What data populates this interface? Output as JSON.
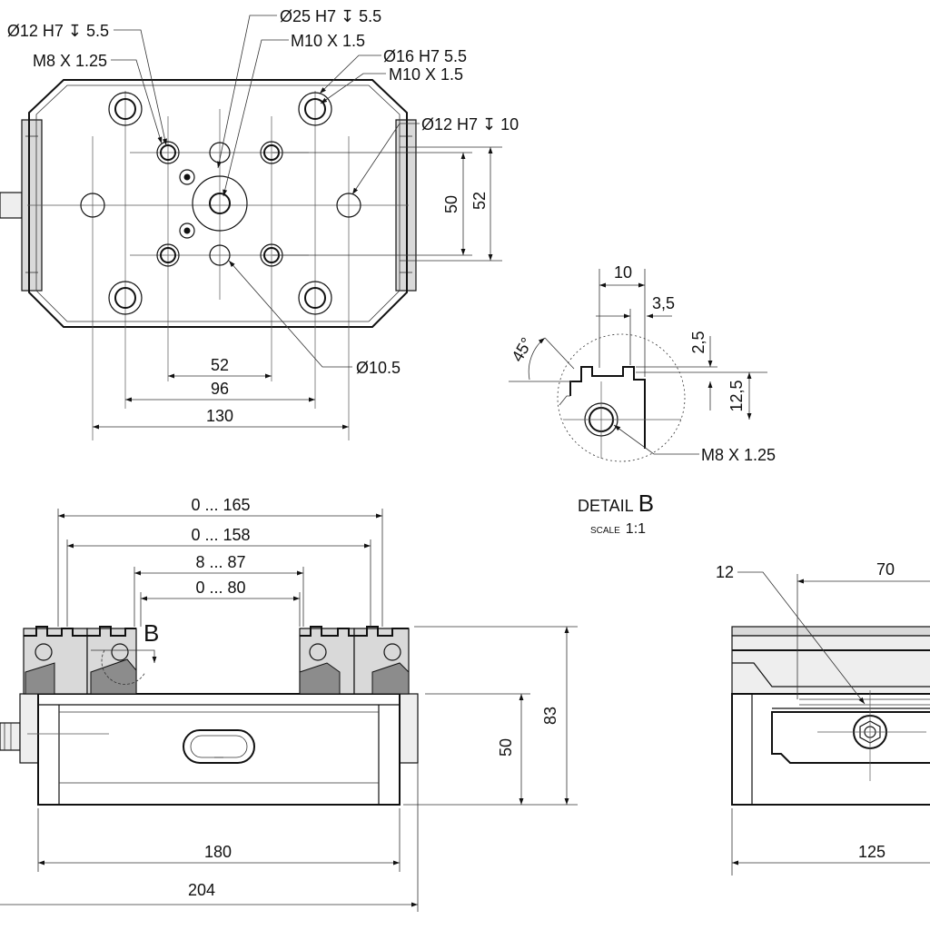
{
  "top_view": {
    "callouts": {
      "c1": "Ø12 H7 ↧ 5.5",
      "c2": "M8 X 1.25",
      "c3": "Ø25 H7 ↧ 5.5",
      "c4": "M10 X 1.5",
      "c5": "Ø16 H7 5.5",
      "c6": "M10 X 1.5",
      "c7": "Ø12 H7 ↧ 10",
      "c8": "Ø10.5"
    },
    "dims": {
      "d50": "50",
      "d52v": "52",
      "d52h": "52",
      "d96": "96",
      "d130": "130"
    }
  },
  "detail_b": {
    "title": "DETAIL",
    "letter": "B",
    "scale_label": "SCALE",
    "scale_value": "1:1",
    "dims": {
      "d10": "10",
      "d35": "3,5",
      "d25": "2,5",
      "d125": "12,5",
      "angle": "45°"
    },
    "callout": "M8 X 1.25"
  },
  "front_view": {
    "dims": {
      "r1": "0 ... 165",
      "r2": "0 ... 158",
      "r3": "8 ... 87",
      "r4": "0 ... 80",
      "h50": "50",
      "h83": "83",
      "w180": "180",
      "w204": "204"
    },
    "marker": "B"
  },
  "side_view": {
    "dims": {
      "d12": "12",
      "d70": "70",
      "d125": "125"
    }
  }
}
